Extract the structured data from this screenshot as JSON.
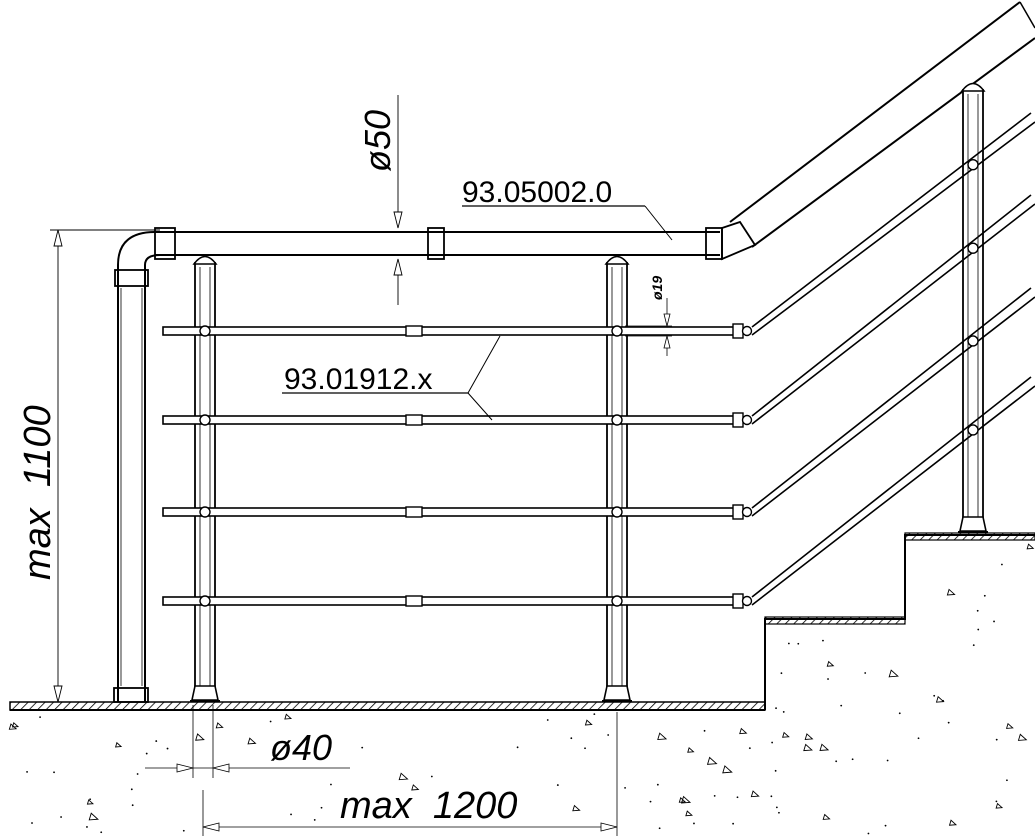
{
  "drawing": {
    "handrail_part": "93.05002.0",
    "rail_part": "93.01912.x",
    "handrail_diameter": "ø50",
    "rail_diameter": "ø19",
    "post_diameter": "ø40",
    "height_dim": "max  1100",
    "spacing_dim": "max  1200"
  }
}
